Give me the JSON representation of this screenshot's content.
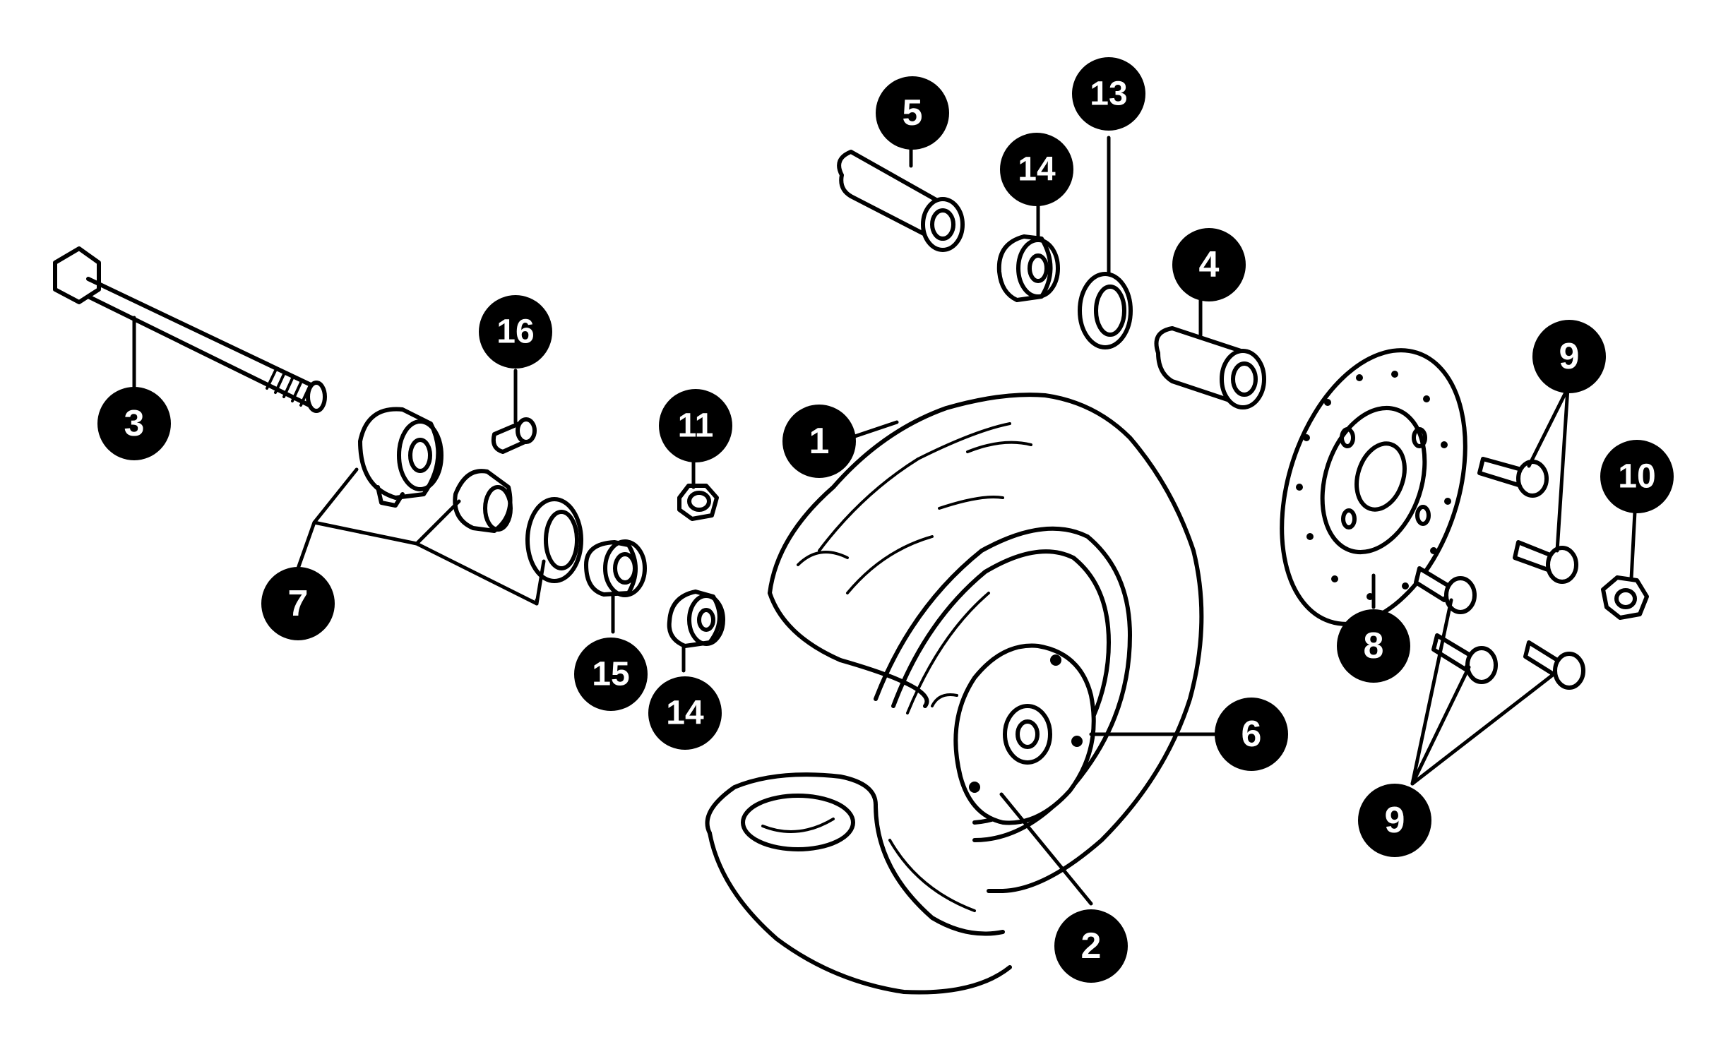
{
  "callouts": {
    "c1": "1",
    "c2": "2",
    "c3": "3",
    "c4": "4",
    "c5": "5",
    "c6": "6",
    "c7": "7",
    "c8": "8",
    "c9a": "9",
    "c9b": "9",
    "c10": "10",
    "c11": "11",
    "c13": "13",
    "c14a": "14",
    "c14b": "14",
    "c15": "15",
    "c16": "16"
  }
}
